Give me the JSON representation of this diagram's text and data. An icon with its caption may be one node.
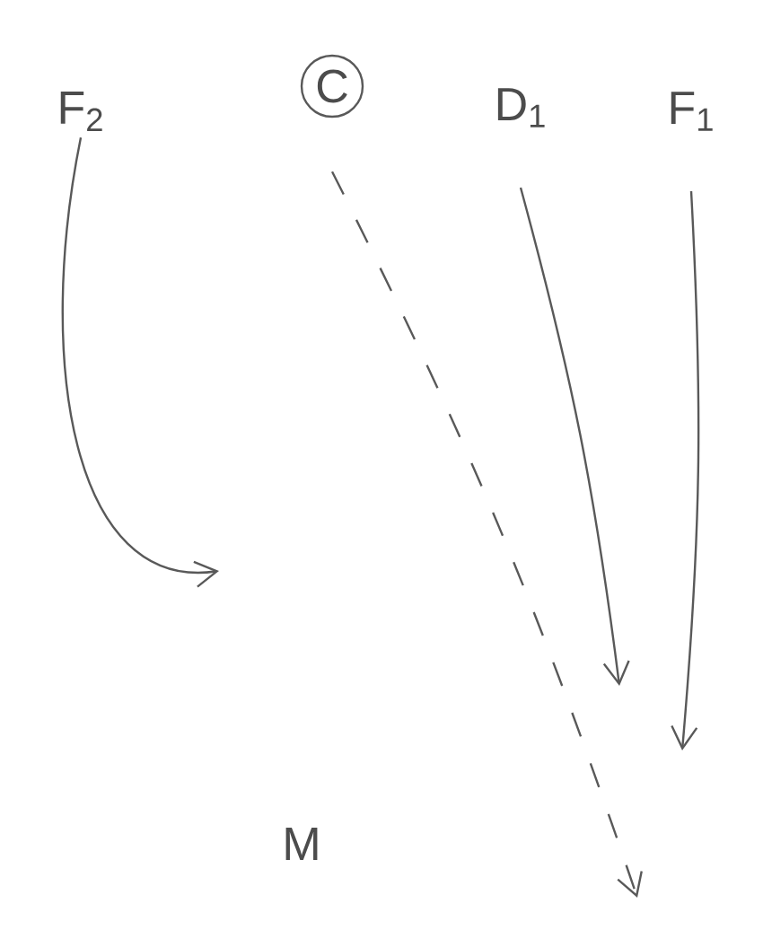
{
  "diagram": {
    "nodes": [
      {
        "text": [
          "F$_{2}$"
        ]
      },
      {
        "text": [
          "C"
        ]
      },
      {
        "text": [
          "D$_{1}$"
        ]
      },
      {
        "text": [
          "F$_{1}$"
        ]
      },
      {
        "text": [
          "M"
        ]
      }
    ],
    "edges": [
      {
        "from": 0,
        "to": null,
        "arrow": "to"
      },
      {
        "from": 1,
        "to": null,
        "arrow": "to",
        "style": "dashed"
      },
      {
        "from": 2,
        "to": null,
        "arrow": "to"
      },
      {
        "from": 3,
        "to": null,
        "arrow": "to"
      }
    ]
  }
}
